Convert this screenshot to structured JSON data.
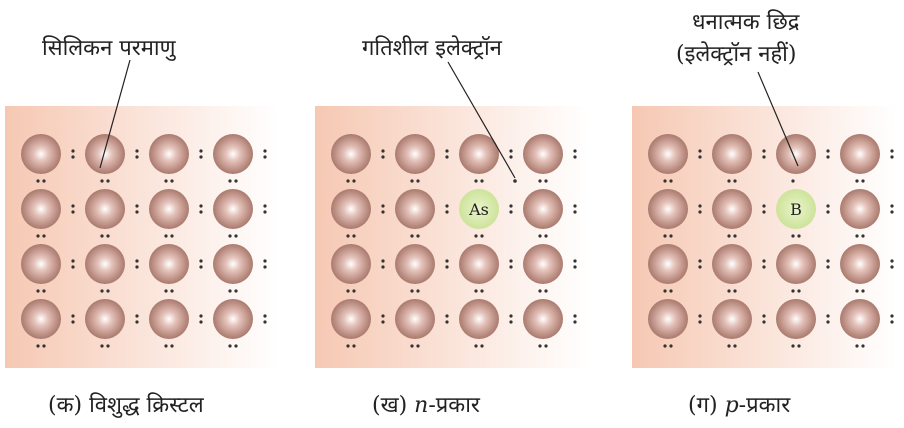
{
  "panels": [
    {
      "id": "pure",
      "callout": "सिलिकन परमाणु",
      "caption_prefix": "(क)",
      "caption_text": "विशुद्ध क्रिस्टल",
      "dopant": ""
    },
    {
      "id": "n-type",
      "callout": "गतिशील इलेक्ट्रॉन",
      "caption_prefix": "(ख)",
      "caption_italic": "n",
      "caption_text": "-प्रकार",
      "dopant": "As"
    },
    {
      "id": "p-type",
      "callout_line1": "धनात्मक छिद्र",
      "callout_line2": "(इलेक्ट्रॉन नहीं)",
      "caption_prefix": "(ग)",
      "caption_italic": "p",
      "caption_text": "-प्रकार",
      "dopant": "B"
    }
  ],
  "colors": {
    "panel_left": "#f6c8b3",
    "panel_right": "#ffffff",
    "atom_center": "#ffffff",
    "atom_edge": "#a97b6f",
    "dopant_fill": "#d7eaa9",
    "dot": "#333333"
  }
}
